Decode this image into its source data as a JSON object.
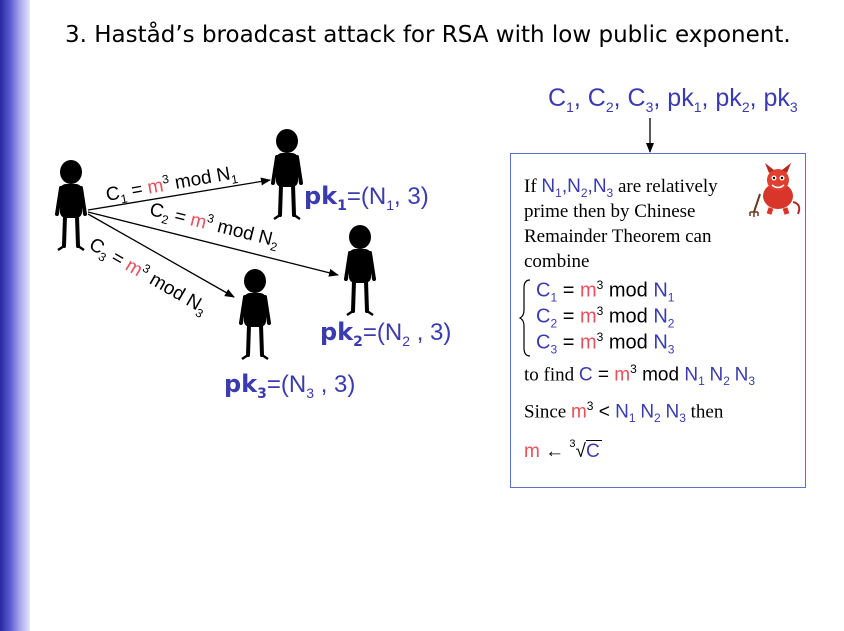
{
  "title": "3. Haståd’s broadcast attack for RSA with low public exponent.",
  "ciphertexts": {
    "c1": "C",
    "s1": "1",
    "c2": "C",
    "s2": "2",
    "c3": "C",
    "s3": "3",
    "pk1": "pk",
    "p1": "1",
    "pk2": "pk",
    "p2": "2",
    "pk3": "pk",
    "p3": "3",
    "sep": ", "
  },
  "receivers": [
    {
      "pk": "pk",
      "sub": "1",
      "eq": "=(N",
      "nsub": "1",
      "tail": ", 3)"
    },
    {
      "pk": "pk",
      "sub": "2",
      "eq": "=(N",
      "nsub": "2",
      "tail": " , 3)"
    },
    {
      "pk": "pk",
      "sub": "3",
      "eq": "=(N",
      "nsub": "3",
      "tail": " , 3)"
    }
  ],
  "arrows": [
    {
      "c": "C",
      "csub": "1",
      "eq": " = ",
      "m": "m",
      "exp": "3",
      "mod": " mod N",
      "nsub": "1"
    },
    {
      "c": "C",
      "csub": "2",
      "eq": " = ",
      "m": "m",
      "exp": "3",
      "mod": " mod N",
      "nsub": "2"
    },
    {
      "c": "C",
      "csub": "3",
      "eq": " = ",
      "m": "m",
      "exp": "3",
      "mod": " mod N",
      "nsub": "3"
    }
  ],
  "box": {
    "line1_pre": "If ",
    "n1": "N",
    "n1s": "1",
    "comma": ",",
    "n2": "N",
    "n2s": "2",
    "n3": "N",
    "n3s": "3",
    "line1_post": " are relatively",
    "line2": "prime then by Chinese",
    "line3": "Remainder Theorem can",
    "line4": "combine",
    "eqs": [
      {
        "c": "C",
        "s": "1",
        "eq": " = ",
        "m": "m",
        "exp": "3",
        "mod": " mod ",
        "n": "N",
        "ns": "1"
      },
      {
        "c": "C",
        "s": "2",
        "eq": " = ",
        "m": "m",
        "exp": "3",
        "mod": " mod ",
        "n": "N",
        "ns": "2"
      },
      {
        "c": "C",
        "s": "3",
        "eq": " = ",
        "m": "m",
        "exp": "3",
        "mod": " mod ",
        "n": "N",
        "ns": "3"
      }
    ],
    "find_pre": "to find ",
    "find_c": "C",
    "find_eq": " = ",
    "find_m": "m",
    "find_exp": "3",
    "find_mod": " mod ",
    "fn1": "N",
    "fn1s": "1",
    "fn2": "N",
    "fn2s": "2",
    "fn3": "N",
    "fn3s": "3",
    "since_pre": "Since ",
    "since_m": "m",
    "since_exp": "3",
    "since_lt": " < ",
    "sn1": "N",
    "sn1s": "1",
    "sn2": "N",
    "sn2s": "2",
    "sn3": "N",
    "sn3s": "3",
    "since_post": " then",
    "res_m": "m",
    "res_arrow": " ← ",
    "res_root": "3",
    "res_c": "C"
  },
  "colors": {
    "blue": "#3b3bb0",
    "red": "#e8505b",
    "box_border": "#5a6fd0"
  },
  "icons": [
    "person-icon",
    "devil-icon"
  ]
}
